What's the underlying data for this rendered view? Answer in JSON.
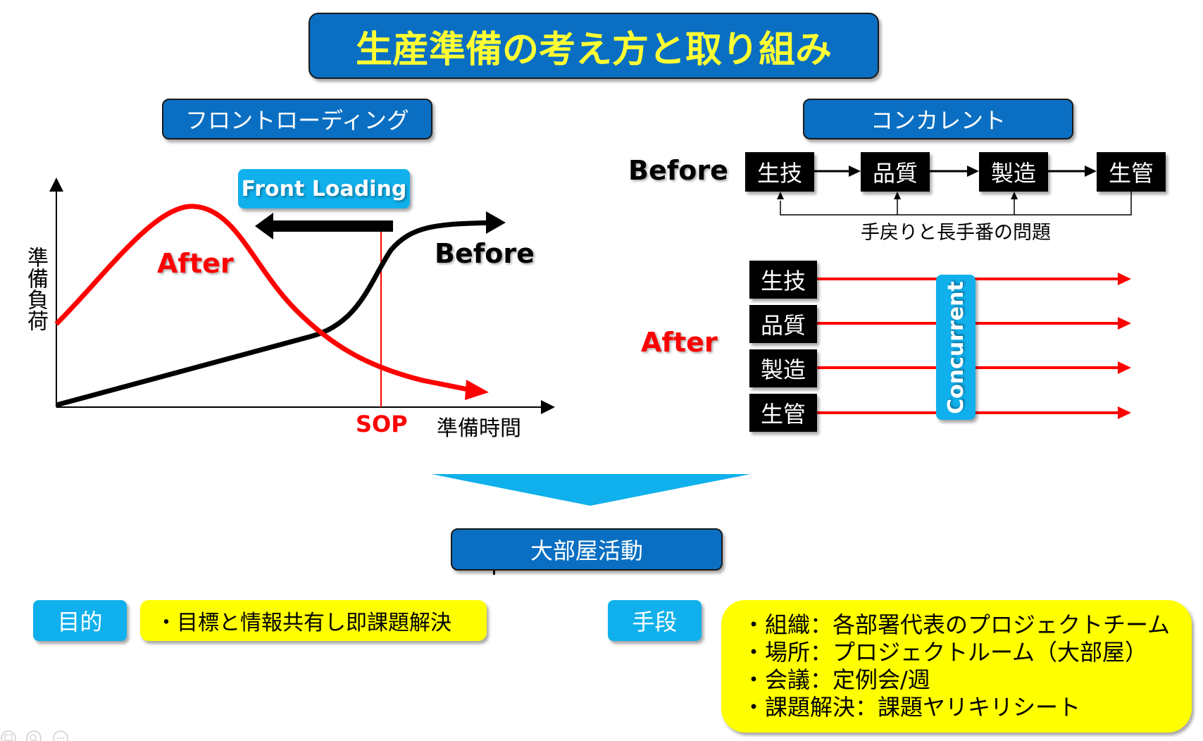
{
  "title": "生産準備の考え方と取り組み",
  "left": {
    "header": "フロントローディング",
    "front_loading_label": "Front Loading",
    "y_axis_label": "準備負荷",
    "x_axis_label": "準備時間",
    "sop_label": "SOP",
    "after_label": "After",
    "before_label": "Before"
  },
  "right": {
    "header": "コンカレント",
    "before_label": "Before",
    "after_label": "After",
    "steps": [
      "生技",
      "品質",
      "製造",
      "生管"
    ],
    "rework_note": "手戻りと長手番の問題",
    "concurrent_label": "Concurrent"
  },
  "center": {
    "activity_label": "大部屋活動"
  },
  "purpose": {
    "tag": "目的",
    "text": "・目標と情報共有し即課題解決"
  },
  "means": {
    "tag": "手段",
    "items": [
      "・組織：各部署代表のプロジェクトチーム",
      "・場所：プロジェクトルーム（大部屋）",
      "・会議：定例会/週",
      "・課題解決：課題ヤリキリシート"
    ]
  },
  "colors": {
    "title_bg": "#0a6fc2",
    "title_text": "#ffff33",
    "accent_red": "#ff0000",
    "cyan": "#10b0ec",
    "yellow": "#ffff00"
  }
}
